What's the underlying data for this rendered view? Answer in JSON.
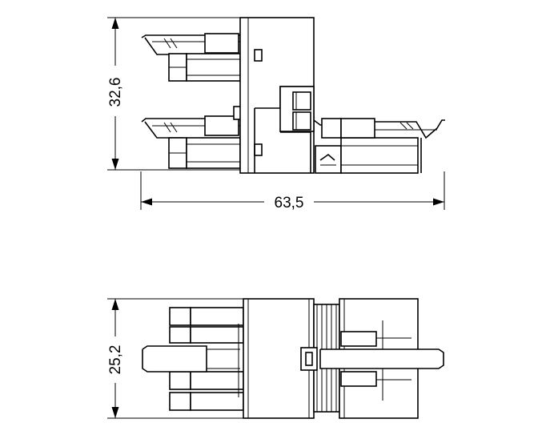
{
  "dimensions": {
    "top_height": "32,6",
    "top_width": "63,5",
    "bottom_height": "25,2"
  },
  "colors": {
    "line": "#000000",
    "background": "#ffffff"
  }
}
